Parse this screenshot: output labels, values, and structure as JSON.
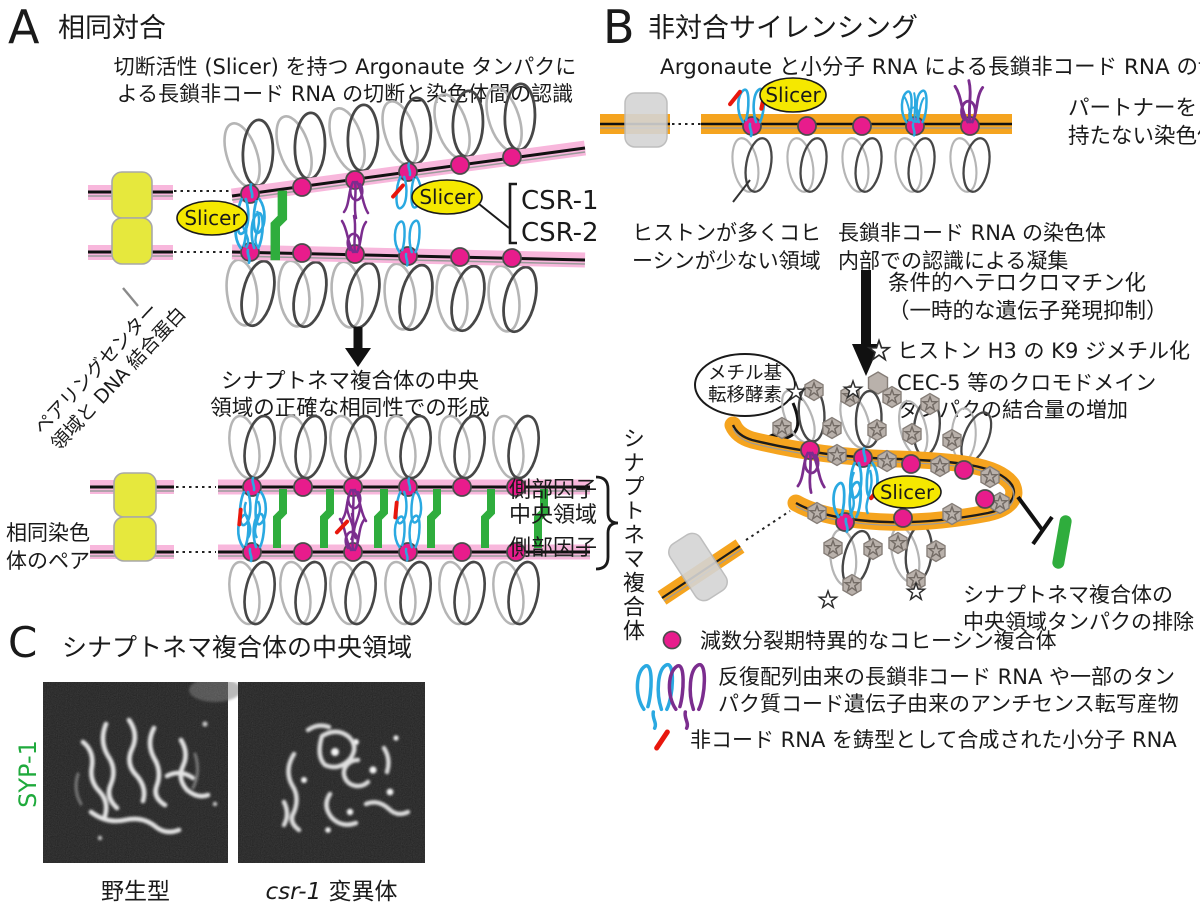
{
  "panelA": {
    "label": "A",
    "title": "相同対合",
    "subtitle_line1": "切断活性 (Slicer) を持つ Argonaute タンパクに",
    "subtitle_line2": "よる長鎖非コード RNA の切断と染色体間の認識",
    "slicer_left": "Slicer",
    "slicer_right": "Slicer",
    "csr1": "CSR-1",
    "csr2": "CSR-2",
    "pairing_center_line1": "ペアリングセンター",
    "pairing_center_line2": "領域と DNA 結合蛋白",
    "mid_line1": "シナプトネマ複合体の中央",
    "mid_line2": "領域の正確な相同性での形成",
    "homolog_line1": "相同染色",
    "homolog_line2": "体のペア",
    "lateral_top": "側部因子",
    "central_region": "中央領域",
    "lateral_bottom": "側部因子",
    "sc_bracket_label": "シナプトネマ複合体"
  },
  "panelB": {
    "label": "B",
    "title": "非対合サイレンシング",
    "subtitle": "Argonaute と小分子 RNA による長鎖非コード RNA の切断",
    "slicer_top": "Slicer",
    "slicer_bottom": "Slicer",
    "no_partner_line1": "パートナーを",
    "no_partner_line2": "持たない染色体",
    "histone_line1": "ヒストンが多くコヒ",
    "histone_line2": "ーシンが少ない領域",
    "lncrna_line1": "長鎖非コード RNA の染色体",
    "lncrna_line2": "内部での認識による凝集",
    "hetero_line1": "条件的ヘテロクロマチン化",
    "hetero_line2": "（一時的な遺伝子発現抑制）",
    "h3k9_label": "ヒストン H3 の K9 ジメチル化",
    "cec5_line1": "CEC-5 等のクロモドメイン",
    "cec5_line2": "タンパクの結合量の増加",
    "methyl_line1": "メチル基",
    "methyl_line2": "転移酵素",
    "exclusion_line1": "シナプトネマ複合体の",
    "exclusion_line2": "中央領域タンパクの排除"
  },
  "legend": {
    "cohesin": "減数分裂期特異的なコヒーシン複合体",
    "rna_line1": "反復配列由来の長鎖非コード RNA や一部のタン",
    "rna_line2": "パク質コード遺伝子由来のアンチセンス転写産物",
    "small_rna": "非コード RNA を鋳型として合成された小分子 RNA"
  },
  "panelC": {
    "label": "C",
    "title": "シナプトネマ複合体の中央領域",
    "stain_label": "SYP-1",
    "wildtype_label": "野生型",
    "mutant_gene": "csr-1",
    "mutant_suffix": " 変異体"
  },
  "colors": {
    "chromosome_axis_pink": "#f8b7dc",
    "cohesin_magenta": "#e81c8c",
    "sc_central_green": "#2fad3d",
    "lncrna_blue": "#2aa9e1",
    "antisense_purple": "#7b2d8e",
    "small_rna_red": "#e8170d",
    "slicer_yellow": "#f5e800",
    "unpaired_axis_orange": "#f5a41f",
    "pairing_center_yellow": "#e6e83d",
    "lateral_label_magenta": "#e6007e",
    "syp1_green": "#1faa3c"
  }
}
